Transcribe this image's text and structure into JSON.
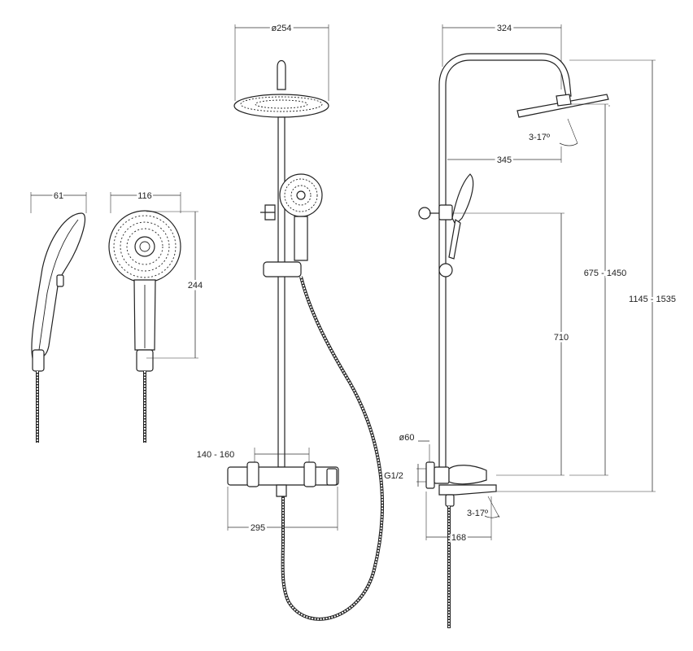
{
  "dimensions": {
    "handshower_side_width": "61",
    "handshower_face_width": "116",
    "handshower_length": "244",
    "head_diameter": "ø254",
    "bar_distance": "140 - 160",
    "mixer_width": "295",
    "arm_projection": "324",
    "arm_reach": "345",
    "head_tilt": "3-17º",
    "holder_range": "675 - 1450",
    "total_height": "1145 - 1535",
    "column_to_mixer": "710",
    "flange_diameter": "ø60",
    "thread": "G1/2",
    "spout_tilt": "3-17º",
    "spout_length": "168"
  }
}
